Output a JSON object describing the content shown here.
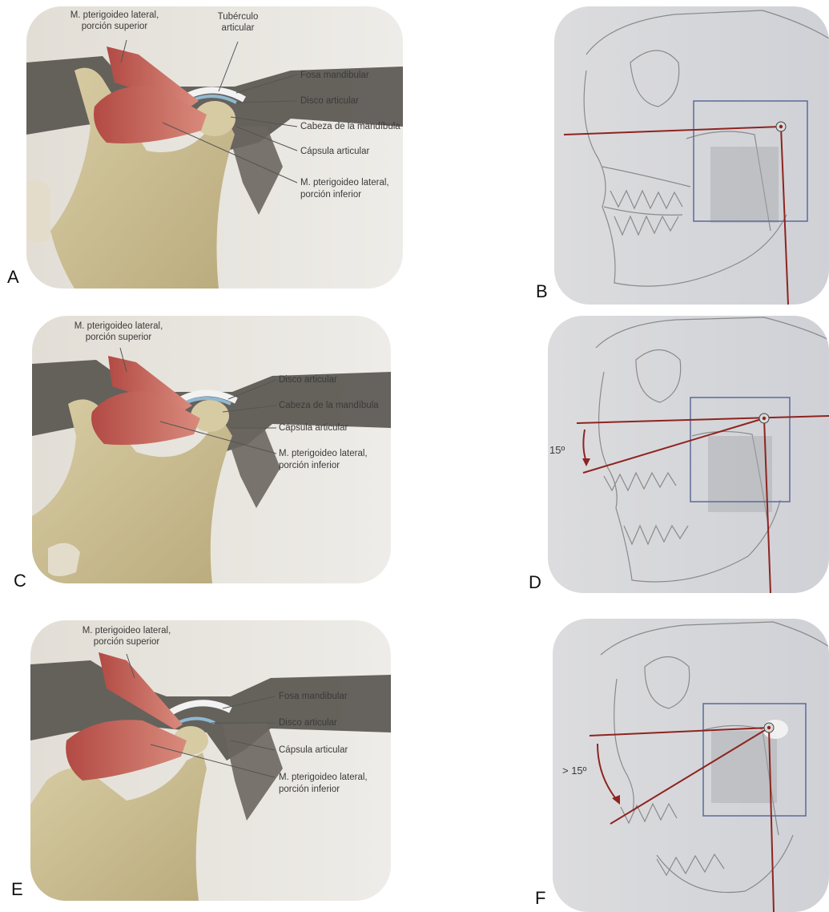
{
  "panels": {
    "a": {
      "letter": "A",
      "labels": {
        "pt_sup_1": "M. pterigoideo lateral,",
        "pt_sup_2": "porción superior",
        "tub_1": "Tubérculo",
        "tub_2": "articular",
        "fosa": "Fosa mandibular",
        "disco": "Disco articular",
        "cabeza": "Cabeza de la mandíbula",
        "capsula": "Cápsula articular",
        "pt_inf_1": "M. pterigoideo lateral,",
        "pt_inf_2": "porción inferior"
      }
    },
    "b": {
      "letter": "B"
    },
    "c": {
      "letter": "C",
      "labels": {
        "pt_sup_1": "M. pterigoideo lateral,",
        "pt_sup_2": "porción superior",
        "disco": "Disco articular",
        "cabeza": "Cabeza de la mandíbula",
        "capsula": "Cápsula articular",
        "pt_inf_1": "M. pterigoideo lateral,",
        "pt_inf_2": "porción inferior"
      }
    },
    "d": {
      "letter": "D",
      "angle_label": "15º"
    },
    "e": {
      "letter": "E",
      "labels": {
        "pt_sup_1": "M. pterigoideo lateral,",
        "pt_sup_2": "porción superior",
        "fosa": "Fosa mandibular",
        "disco": "Disco articular",
        "capsula": "Cápsula articular",
        "pt_inf_1": "M. pterigoideo lateral,",
        "pt_inf_2": "porción inferior"
      }
    },
    "f": {
      "letter": "F",
      "angle_label": "> 15º"
    }
  },
  "colors": {
    "bone": "#cdbf93",
    "muscle": "#c2655a",
    "background_warm": "#e6e3dc",
    "background_gray": "#d6d7da",
    "axis_line": "#8e2420",
    "frame": "#5a6a9a"
  }
}
